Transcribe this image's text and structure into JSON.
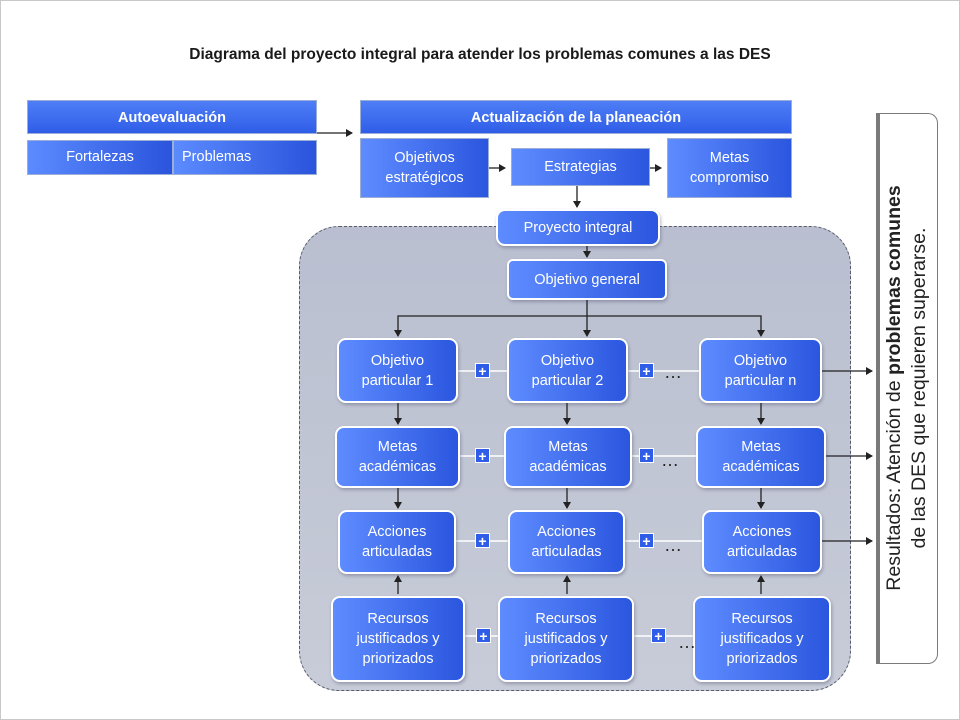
{
  "title": "Diagrama del proyecto integral para atender los problemas comunes a las DES",
  "autoevaluacion": {
    "header": "Autoevaluación",
    "items": [
      "Fortalezas",
      "Problemas"
    ]
  },
  "planeacion": {
    "header": "Actualización de la planeación",
    "objetivos": "Objetivos estratégicos",
    "estrategias": "Estrategias",
    "metas": "Metas compromiso"
  },
  "proyecto_integral": "Proyecto integral",
  "objetivo_general": "Objetivo general",
  "columns": [
    {
      "objetivo": "Objetivo particular 1",
      "metas": "Metas académicas",
      "acciones": "Acciones articuladas",
      "recursos": "Recursos justificados y priorizados"
    },
    {
      "objetivo": "Objetivo particular 2",
      "metas": "Metas académicas",
      "acciones": "Acciones articuladas",
      "recursos": "Recursos justificados y priorizados"
    },
    {
      "objetivo": "Objetivo particular n",
      "metas": "Metas académicas",
      "acciones": "Acciones articuladas",
      "recursos": "Recursos justificados y priorizados"
    }
  ],
  "plus_symbol": "+",
  "ellipsis": "…",
  "results": {
    "prefix": "Resultados: Atención de ",
    "bold": "problemas comunes",
    "line2": "de las DES que requieren superarse."
  },
  "colors": {
    "box_light": "#5e8cff",
    "box_dark": "#2b56df",
    "panel": "#c0c5d4"
  }
}
